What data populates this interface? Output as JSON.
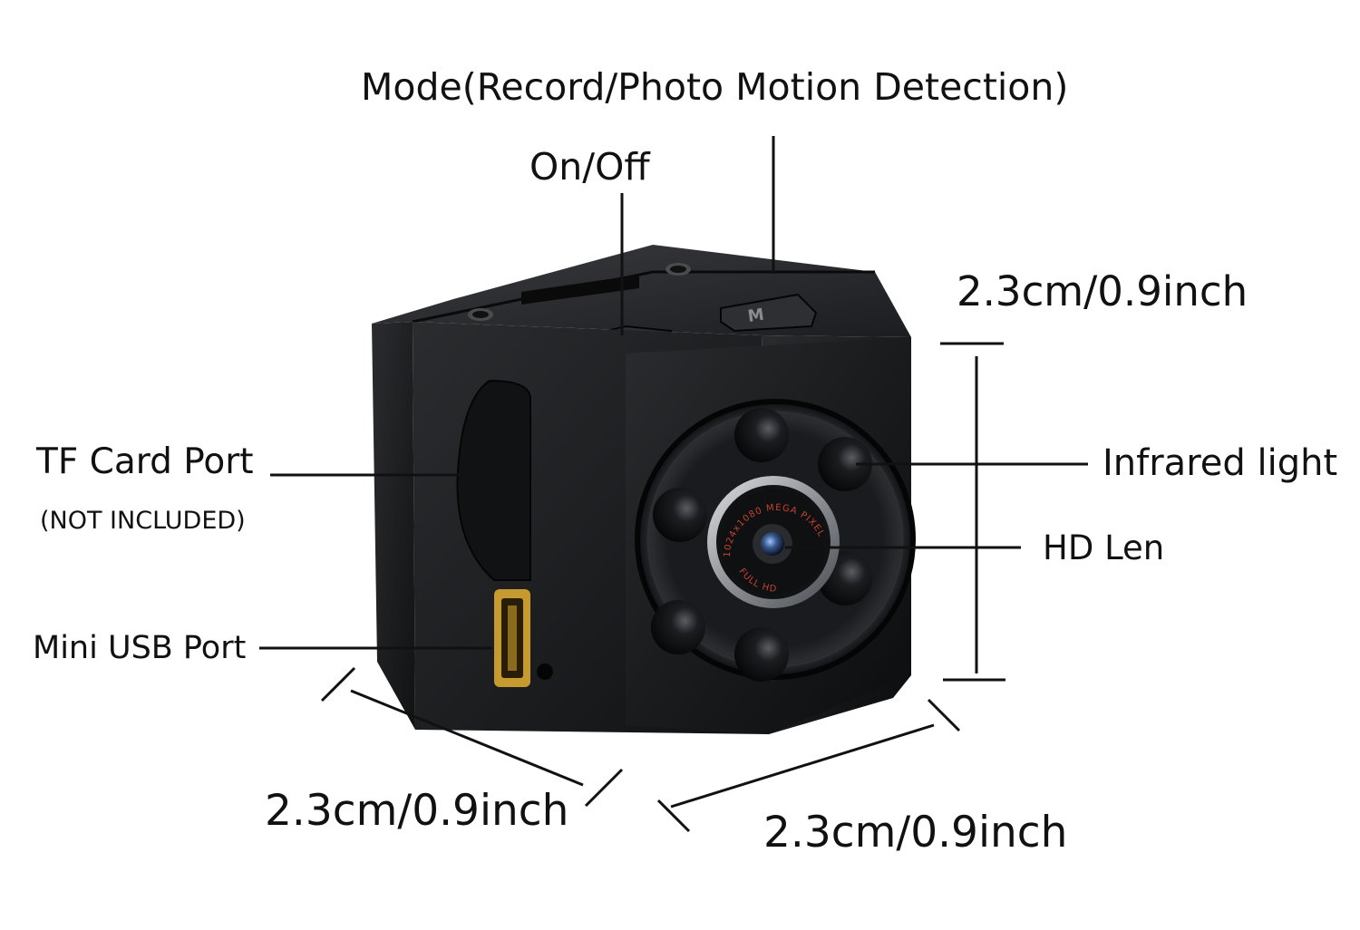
{
  "callouts": {
    "mode": "Mode(Record/Photo Motion Detection)",
    "on_off": "On/Off",
    "tf_card_port": "TF Card Port",
    "tf_card_note": "(NOT INCLUDED)",
    "mini_usb_port": "Mini USB Port",
    "infrared_light": "Infrared light",
    "hd_lens": "HD Len"
  },
  "dimensions": {
    "height": "2.3cm/0.9inch",
    "width_left": "2.3cm/0.9inch",
    "width_right": "2.3cm/0.9inch"
  },
  "lens_ring_text": {
    "top": "1024x1080 MEGA PIXELS",
    "bottom": "FULL HD"
  },
  "colors": {
    "body": "#1b1c1e",
    "body_dark": "#0d0e10",
    "lens_rim": "#a9acb1",
    "lens_text": "#c8422f",
    "usb_port": "#c79a2f",
    "lens_glass": "#3a5a8c"
  }
}
